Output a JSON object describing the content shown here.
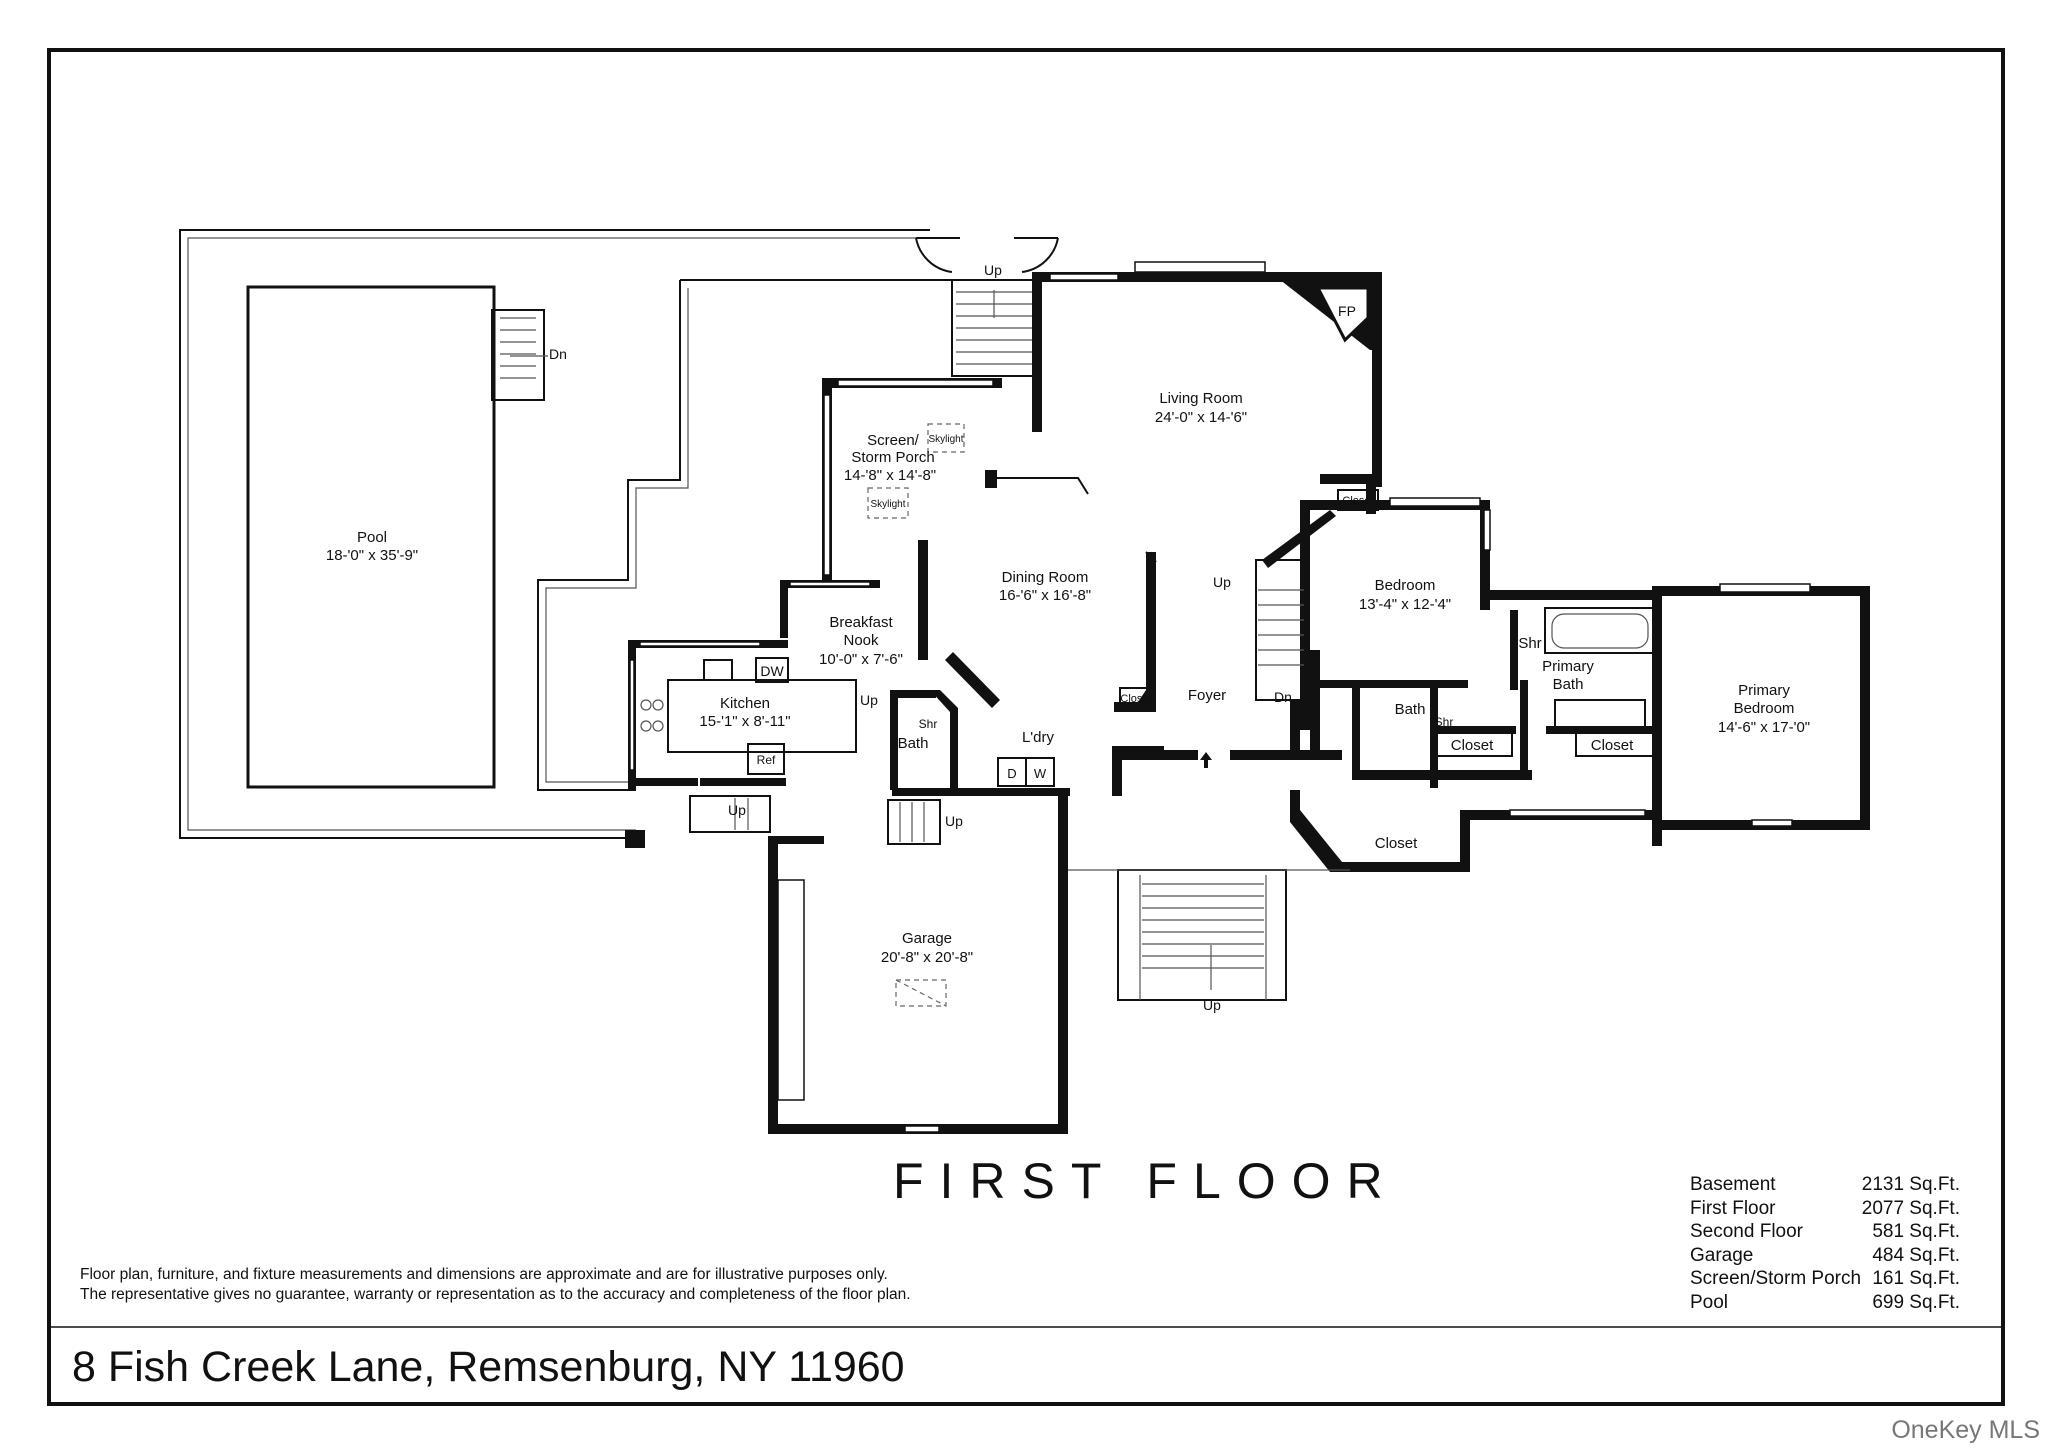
{
  "heading": "FIRST FLOOR",
  "address": "8 Fish Creek Lane, Remsenburg, NY 11960",
  "disclaimer": [
    "Floor plan, furniture, and fixture measurements and dimensions are approximate and are for illustrative purposes only.",
    "The representative gives no guarantee, warranty or representation as to the accuracy and completeness of the floor plan."
  ],
  "areas": [
    {
      "name": "Basement",
      "value": "2131 Sq.Ft."
    },
    {
      "name": "First Floor",
      "value": "2077 Sq.Ft."
    },
    {
      "name": "Second Floor",
      "value": "581 Sq.Ft."
    },
    {
      "name": "Garage",
      "value": "484 Sq.Ft."
    },
    {
      "name": "Screen/Storm Porch",
      "value": "161 Sq.Ft."
    },
    {
      "name": "Pool",
      "value": "699 Sq.Ft."
    }
  ],
  "rooms": {
    "pool": {
      "name": "Pool",
      "dims": "18-'0\" x 35'-9\""
    },
    "porch": {
      "name1": "Screen/",
      "name2": "Storm Porch",
      "dims": "14-'8\" x 14'-8\""
    },
    "living": {
      "name": "Living Room",
      "dims": "24'-0\" x 14-'6\""
    },
    "dining": {
      "name": "Dining Room",
      "dims": "16-'6\" x 16'-8\""
    },
    "nook": {
      "name1": "Breakfast",
      "name2": "Nook",
      "dims": "10'-0\" x 7'-6\""
    },
    "kitchen": {
      "name": "Kitchen",
      "dims": "15-'1\" x 8'-11\""
    },
    "bedroom": {
      "name": "Bedroom",
      "dims": "13'-4\" x 12-'4\""
    },
    "primary_bath": {
      "name1": "Primary",
      "name2": "Bath"
    },
    "primary_bedroom": {
      "name1": "Primary",
      "name2": "Bedroom",
      "dims": "14'-6\" x 17-'0\""
    },
    "garage": {
      "name": "Garage",
      "dims": "20'-8\" x 20'-8\""
    }
  },
  "labels": {
    "up": "Up",
    "dn": "Dn",
    "fp": "FP",
    "skylight": "Skylight",
    "closet": "Closet",
    "foyer": "Foyer",
    "laundry": "L'dry",
    "bath": "Bath",
    "shr": "Shr",
    "dw": "DW",
    "ref": "Ref",
    "d": "D",
    "w": "W"
  },
  "watermark": "OneKey MLS"
}
